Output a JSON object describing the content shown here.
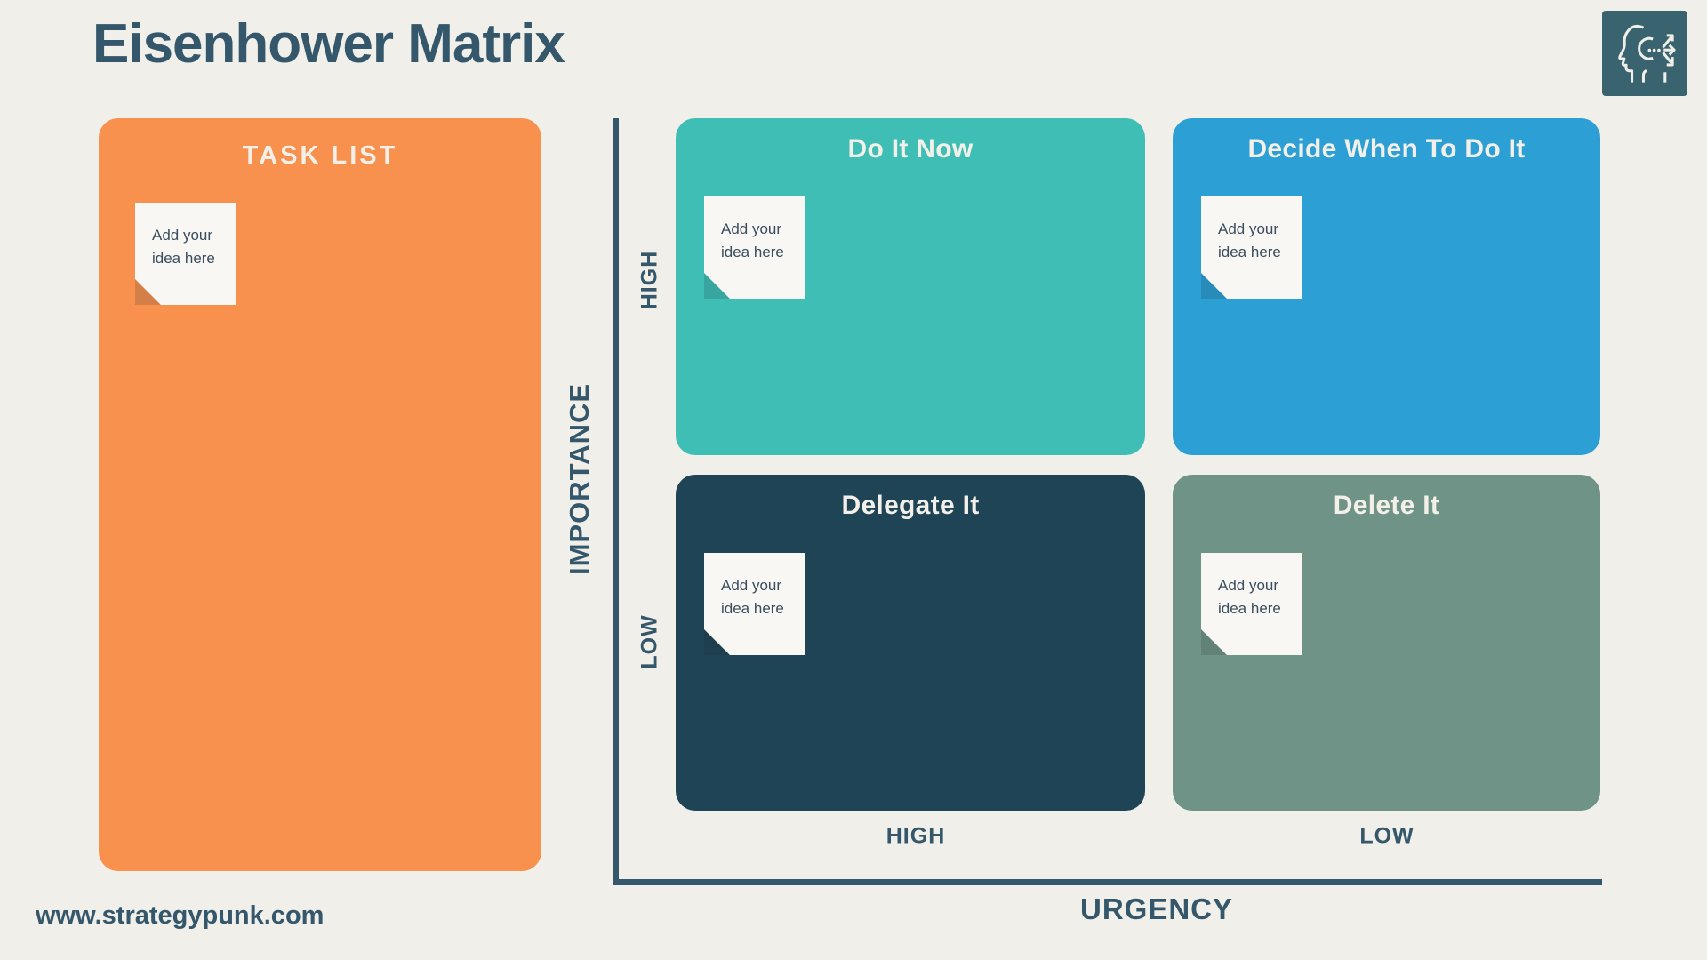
{
  "title": "Eisenhower Matrix",
  "logo": {
    "name": "strategypunk-head-arrows-logo",
    "bg": "#3A6370",
    "stroke": "#EFEEE8"
  },
  "task_list": {
    "title": "TASK LIST",
    "color": "#F7914D",
    "note_text": "Add your idea here"
  },
  "quadrants": [
    {
      "title": "Do It Now",
      "color": "#3FBEB6",
      "note_text": "Add your idea here"
    },
    {
      "title": "Decide When To Do It",
      "color": "#2C9FD4",
      "note_text": "Add your idea here"
    },
    {
      "title": "Delegate It",
      "color": "#1F4456",
      "note_text": "Add your idea here"
    },
    {
      "title": "Delete It",
      "color": "#6F9487",
      "note_text": "Add your idea here"
    }
  ],
  "axes": {
    "y": {
      "label": "IMPORTANCE",
      "high": "HIGH",
      "low": "LOW"
    },
    "x": {
      "label": "URGENCY",
      "high": "HIGH",
      "low": "LOW"
    }
  },
  "footer": {
    "website": "www.strategypunk.com"
  },
  "colors": {
    "background": "#F0EFE9",
    "ink": "#35576B",
    "on_color_text": "#F2F0E9",
    "note_paper": "#F8F7F3",
    "note_ink": "#3A4D5E"
  }
}
